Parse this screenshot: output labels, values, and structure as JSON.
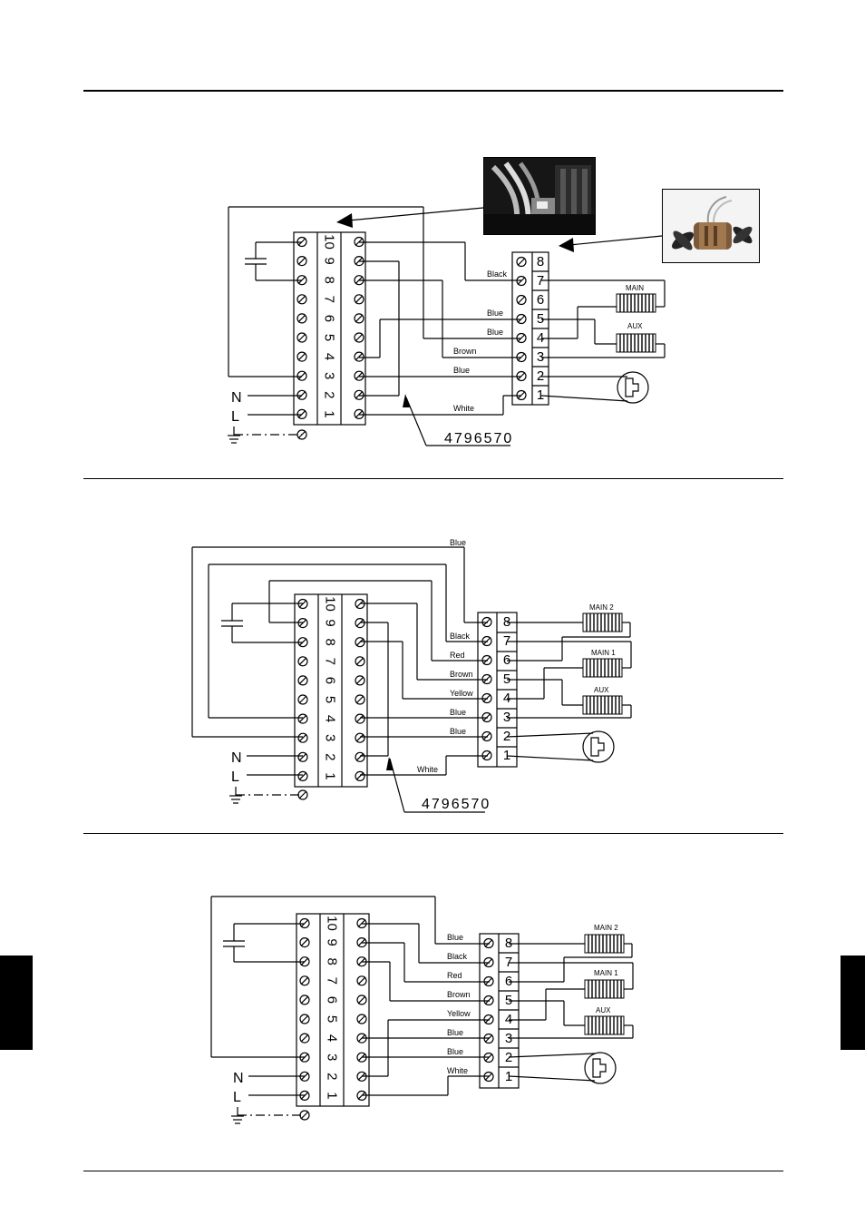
{
  "terminal_numbers": [
    "10",
    "9",
    "8",
    "7",
    "6",
    "5",
    "4",
    "3",
    "2",
    "1"
  ],
  "motor_terminals": [
    "8",
    "7",
    "6",
    "5",
    "4",
    "3",
    "2",
    "1"
  ],
  "line_labels": {
    "neutral": "N",
    "line": "L"
  },
  "part_number": "4796570",
  "diagram1": {
    "wires": {
      "black": "Black",
      "blue_5": "Blue",
      "blue_4": "Blue",
      "brown": "Brown",
      "blue_2": "Blue",
      "white": "White"
    },
    "coils": {
      "main": "MAIN",
      "aux": "AUX"
    }
  },
  "diagram2": {
    "wires": {
      "blue_top": "Blue",
      "black": "Black",
      "red": "Red",
      "brown": "Brown",
      "yellow": "Yellow",
      "blue_3": "Blue",
      "blue_2": "Blue",
      "white": "White"
    },
    "coils": {
      "main2": "MAIN 2",
      "main1": "MAIN 1",
      "aux": "AUX"
    }
  },
  "diagram3": {
    "wires": {
      "blue_8": "Blue",
      "black": "Black",
      "red": "Red",
      "brown": "Brown",
      "yellow": "Yellow",
      "blue_3": "Blue",
      "blue_2": "Blue",
      "white": "White"
    },
    "coils": {
      "main2": "MAIN 2",
      "main1": "MAIN 1",
      "aux": "AUX"
    }
  }
}
